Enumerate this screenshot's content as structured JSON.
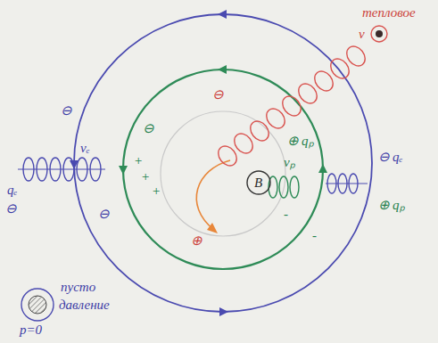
{
  "diagram": {
    "labels": [
      "тепловое",
      "v",
      "qₑ",
      "⊖",
      "vₑ",
      "⊖",
      "⊖",
      "⊖",
      "⊕",
      "+",
      "+",
      "+",
      "⊖",
      "⊕",
      "qₚ",
      "vₚ",
      "B",
      "⊖",
      "qₑ",
      "⊕",
      "qₚ",
      "-",
      "-",
      "пусто",
      "давление",
      "p=0"
    ]
  }
}
